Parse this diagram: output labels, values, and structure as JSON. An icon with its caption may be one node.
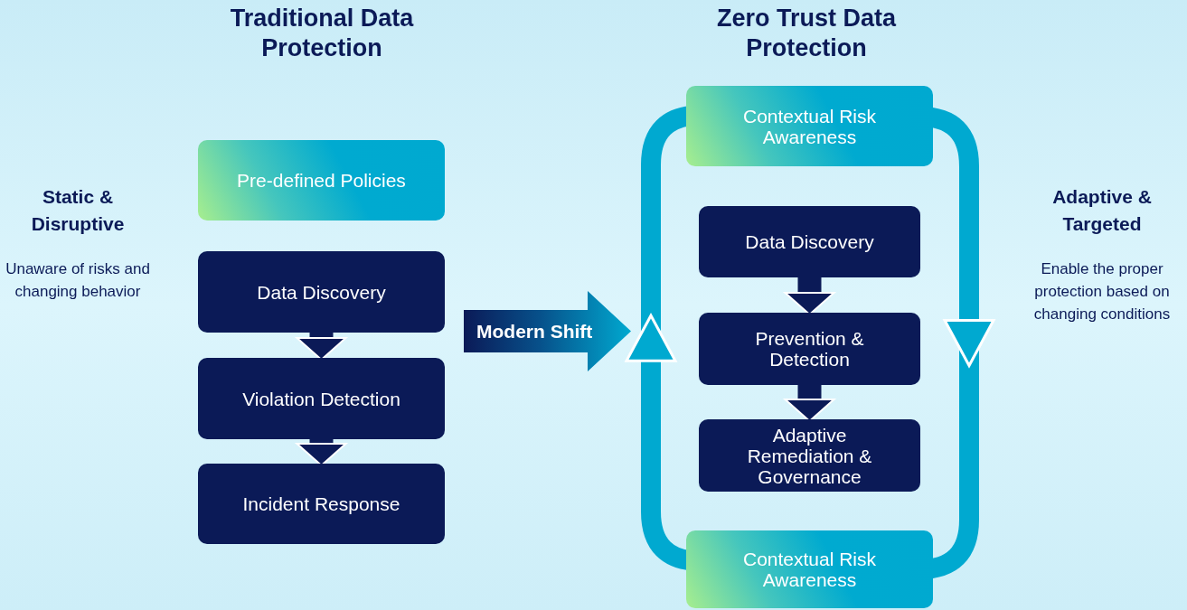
{
  "diagram": {
    "nodes": [
      {
        "text": [
          "Pre-defined Policies"
        ]
      },
      {
        "text": [
          "Data Discovery"
        ]
      },
      {
        "text": [
          "Violation Detection"
        ]
      },
      {
        "text": [
          "Incident Response"
        ]
      },
      {
        "text": [
          "Contextual Risk Awareness"
        ]
      },
      {
        "text": [
          "Data Discovery"
        ]
      },
      {
        "text": [
          "Prevention & Detection"
        ]
      },
      {
        "text": [
          "Adaptive Remediation & Governance"
        ]
      },
      {
        "text": [
          "Contextual Risk Awareness"
        ]
      },
      {
        "text": [
          "Modern Shift"
        ]
      }
    ],
    "edges": [
      {
        "from": 1,
        "to": 2,
        "arrow": "to"
      },
      {
        "from": 2,
        "to": 3,
        "arrow": "to"
      },
      {
        "from": 5,
        "to": 6,
        "arrow": "to"
      },
      {
        "from": 6,
        "to": 7,
        "arrow": "to"
      },
      {
        "from": 4,
        "to": 8,
        "arrow": "to",
        "color": "#00a9d0"
      },
      {
        "from": 8,
        "to": 4,
        "arrow": "to",
        "color": "#00a9d0"
      }
    ],
    "labels": [
      "Traditional Data Protection",
      "Zero Trust Data Protection",
      "Static & Disruptive",
      "Unaware of risks and changing behavior",
      "Adaptive & Targeted",
      "Enable the proper protection based on changing conditions"
    ]
  }
}
